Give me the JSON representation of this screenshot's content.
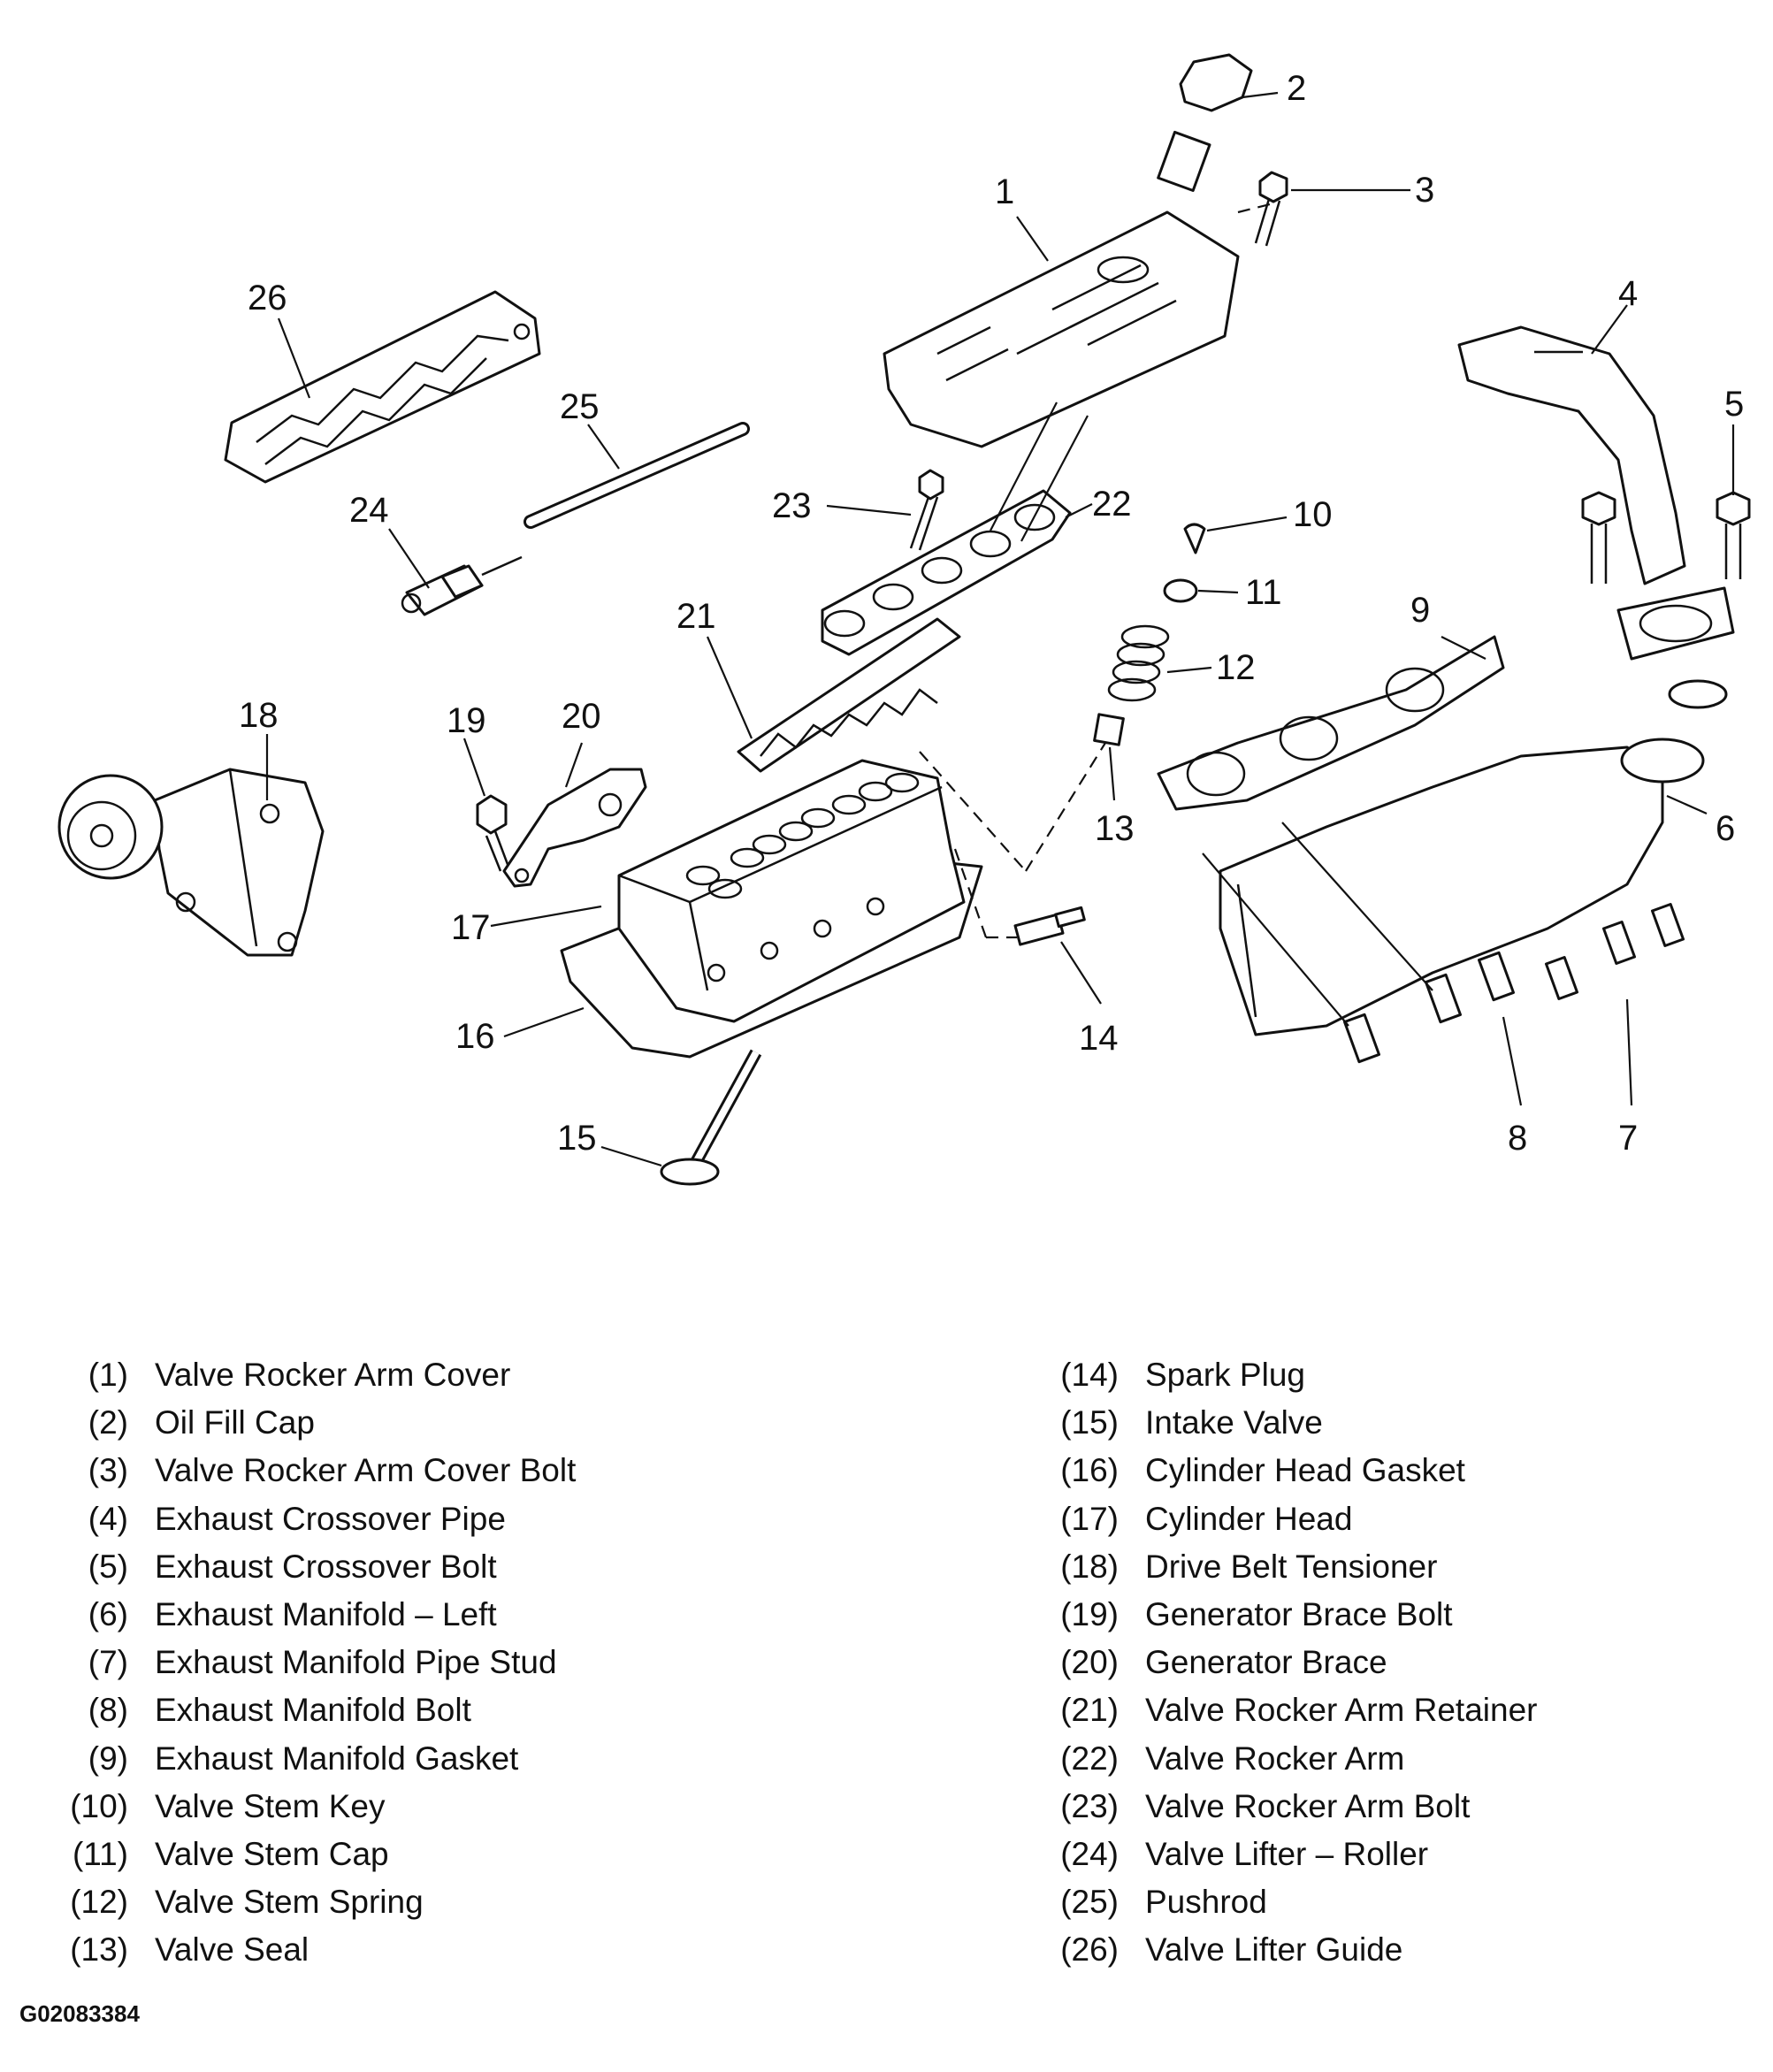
{
  "callouts": [
    "1",
    "2",
    "3",
    "4",
    "5",
    "6",
    "7",
    "8",
    "9",
    "10",
    "11",
    "12",
    "13",
    "14",
    "15",
    "16",
    "17",
    "18",
    "19",
    "20",
    "21",
    "22",
    "23",
    "24",
    "25",
    "26"
  ],
  "legend_left": [
    {
      "num": "(1)",
      "name": "Valve Rocker Arm Cover"
    },
    {
      "num": "(2)",
      "name": "Oil Fill Cap"
    },
    {
      "num": "(3)",
      "name": "Valve Rocker Arm Cover Bolt"
    },
    {
      "num": "(4)",
      "name": "Exhaust Crossover Pipe"
    },
    {
      "num": "(5)",
      "name": "Exhaust Crossover Bolt"
    },
    {
      "num": "(6)",
      "name": "Exhaust Manifold – Left"
    },
    {
      "num": "(7)",
      "name": "Exhaust Manifold Pipe Stud"
    },
    {
      "num": "(8)",
      "name": "Exhaust Manifold Bolt"
    },
    {
      "num": "(9)",
      "name": "Exhaust Manifold Gasket"
    },
    {
      "num": "(10)",
      "name": "Valve Stem Key"
    },
    {
      "num": "(11)",
      "name": "Valve Stem Cap"
    },
    {
      "num": "(12)",
      "name": "Valve Stem Spring"
    },
    {
      "num": "(13)",
      "name": "Valve Seal"
    }
  ],
  "legend_right": [
    {
      "num": "(14)",
      "name": "Spark Plug"
    },
    {
      "num": "(15)",
      "name": "Intake Valve"
    },
    {
      "num": "(16)",
      "name": "Cylinder Head Gasket"
    },
    {
      "num": "(17)",
      "name": "Cylinder Head"
    },
    {
      "num": "(18)",
      "name": "Drive Belt Tensioner"
    },
    {
      "num": "(19)",
      "name": "Generator Brace Bolt"
    },
    {
      "num": "(20)",
      "name": "Generator Brace"
    },
    {
      "num": "(21)",
      "name": "Valve Rocker Arm Retainer"
    },
    {
      "num": "(22)",
      "name": "Valve Rocker Arm"
    },
    {
      "num": "(23)",
      "name": "Valve Rocker Arm Bolt"
    },
    {
      "num": "(24)",
      "name": "Valve Lifter – Roller"
    },
    {
      "num": "(25)",
      "name": "Pushrod"
    },
    {
      "num": "(26)",
      "name": "Valve Lifter Guide"
    }
  ],
  "figure_id": "G02083384"
}
